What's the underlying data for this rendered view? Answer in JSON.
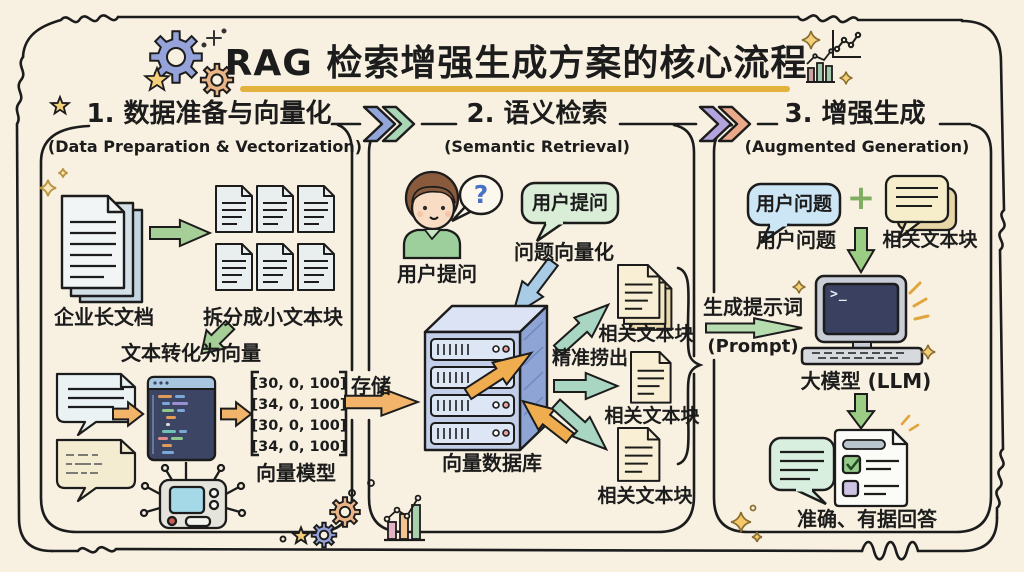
{
  "title": "RAG 检索增强生成方案的核心流程",
  "sections": [
    {
      "title": "1. 数据准备与向量化",
      "subtitle": "(Data Preparation & Vectorization)"
    },
    {
      "title": "2. 语义检索",
      "subtitle": "(Semantic Retrieval)"
    },
    {
      "title": "3. 增强生成",
      "subtitle": "(Augmented Generation)"
    }
  ],
  "prep": {
    "long_doc": "企业长文档",
    "split": "拆分成小文本块",
    "to_vector": "文本转化为向量",
    "vectors": [
      "[30, 0, 100]",
      "[34, 0, 100]",
      "[30, 0, 100]",
      "[34, 0, 100]"
    ],
    "vector_model": "向量模型"
  },
  "retrieval": {
    "question_mark": "?",
    "user_ask_label": "用户提问",
    "user_ask_bubble": "用户提问",
    "question_vectorize": "问题向量化",
    "store": "存储",
    "vector_db": "向量数据库",
    "fetch": "精准捞出",
    "chunks": [
      "相关文本块",
      "相关文本块",
      "相关文本块"
    ]
  },
  "bridge": {
    "gen_prompt": "生成提示词",
    "prompt": "(Prompt)"
  },
  "generation": {
    "user_q_bubble": "用户问题",
    "user_q_label": "用户问题",
    "plus": "+",
    "chunks_label": "相关文本块",
    "terminal_prompt": ">_",
    "llm": "大模型 (LLM)",
    "answer": "准确、有据回答"
  },
  "colors": {
    "background": "#f8f1e1",
    "ink": "#1c1c1c",
    "title_underline": "#e2b23c",
    "green_arrow": "#a5cf97",
    "teal_arrow": "#a9d6c3",
    "orange_arrow": "#f2b46b",
    "blue_arrow": "#a9cce6",
    "chevron1": "#93a6d9,#a9d6b5",
    "chevron2": "#b3a3dd,#eba98c"
  }
}
